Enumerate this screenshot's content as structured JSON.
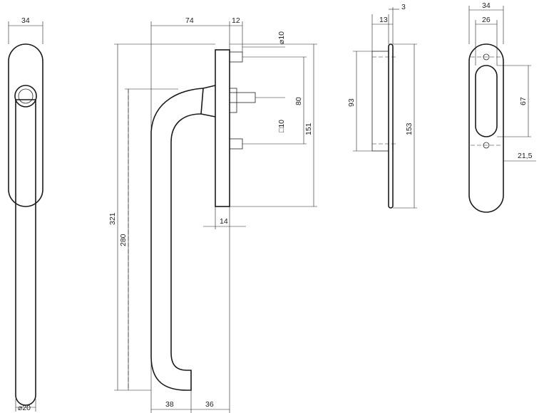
{
  "dimensions": {
    "front_width": "34",
    "front_diameter": "⌀20",
    "side_depth": "74",
    "side_offset": "12",
    "pin_diameter": "⌀10",
    "spindle_square": "□10",
    "pin_spacing": "80",
    "plate_height_side": "151",
    "rose_thickness": "14",
    "overall_height": "321",
    "grip_height": "280",
    "grip_offset": "38",
    "grip_end": "36",
    "plate_top": "3",
    "plate_depth": "13",
    "plate_inner": "93",
    "plate_height": "153",
    "back_width": "34",
    "back_slot_width": "26",
    "back_slot_height": "67",
    "back_offset": "21,5"
  }
}
